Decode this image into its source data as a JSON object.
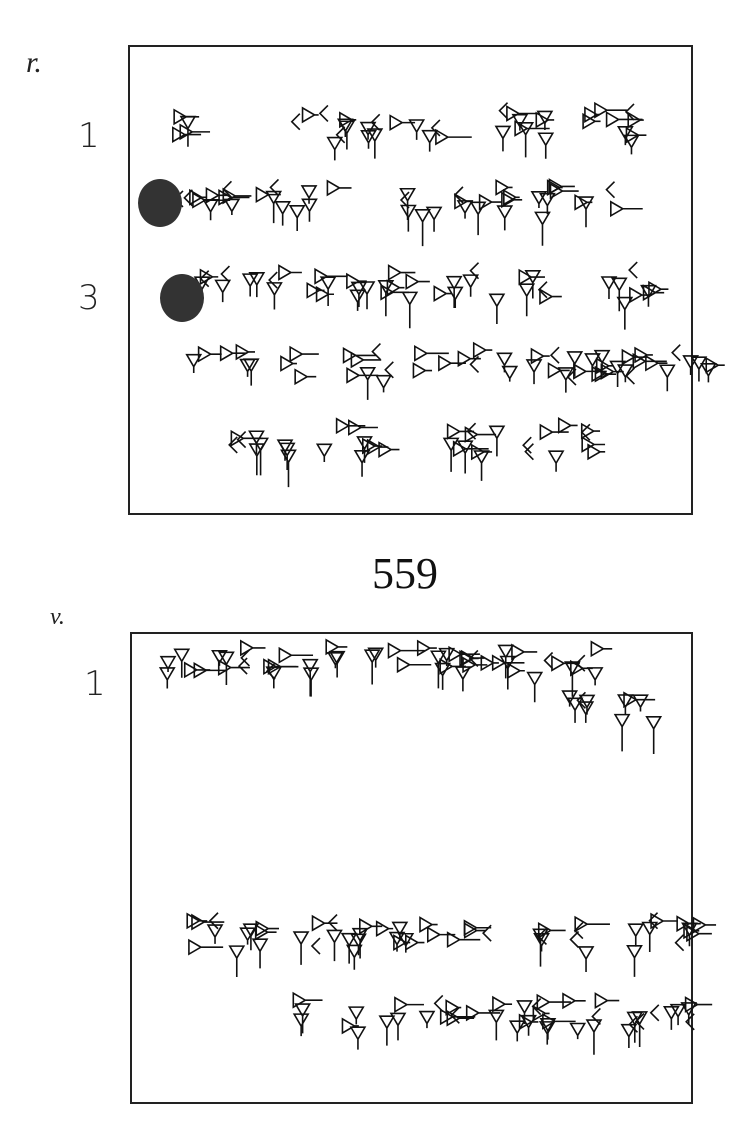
{
  "obverse": {
    "side_label": "r.",
    "line_numbers": [
      "1",
      "3"
    ]
  },
  "catalog_number": "559",
  "reverse": {
    "side_label": "v.",
    "line_numbers": [
      "1"
    ]
  },
  "colors": {
    "ink": "#111111",
    "paper": "#ffffff"
  }
}
